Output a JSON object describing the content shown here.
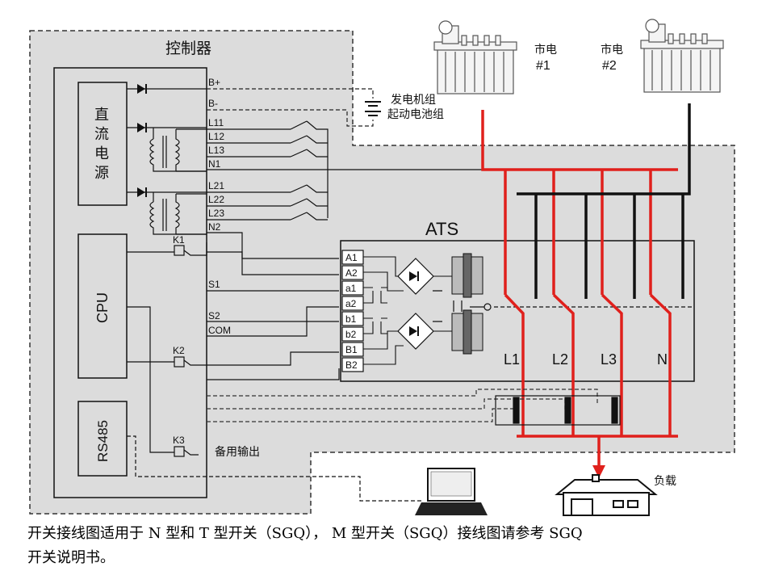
{
  "controller": {
    "title": "控制器",
    "dc_power": [
      "直",
      "流",
      "电",
      "源"
    ],
    "cpu": "CPU",
    "rs485": "RS485",
    "relays": [
      "K1",
      "K2",
      "K3"
    ],
    "spare_output": "备用输出"
  },
  "terminals": [
    "B+",
    "B-",
    "L11",
    "L12",
    "L13",
    "N1",
    "L21",
    "L22",
    "L23",
    "N2",
    "S1",
    "S2",
    "COM"
  ],
  "battery": {
    "line1": "发电机组",
    "line2": "起动电池组"
  },
  "mains": [
    {
      "line1": "市电",
      "line2": "#1"
    },
    {
      "line1": "市电",
      "line2": "#2"
    }
  ],
  "ats": {
    "title": "ATS",
    "terminals": [
      "A1",
      "A2",
      "a1",
      "a2",
      "b1",
      "b2",
      "B1",
      "B2"
    ],
    "poles": [
      "L1",
      "L2",
      "L3",
      "N"
    ]
  },
  "load": "负载",
  "colors": {
    "mains1": "#e0201c",
    "mains2": "#111111",
    "panel": "#dcdcdc"
  },
  "icons": [
    "transformer-icon",
    "laptop-icon",
    "house-icon",
    "battery-icon"
  ],
  "caption": {
    "line1": "开关接线图适用于 N 型和 T 型开关（SGQ）， M 型开关（SGQ）接线图请参考 SGQ",
    "line2": "开关说明书。"
  }
}
